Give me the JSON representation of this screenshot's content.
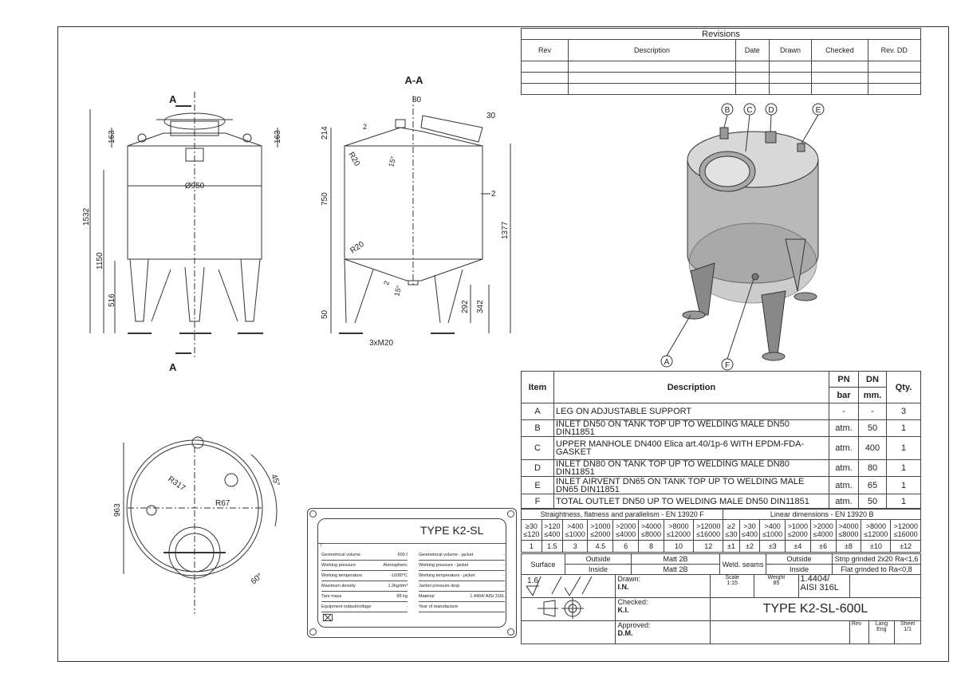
{
  "revisions": {
    "title": "Revisions",
    "columns": [
      "Rev",
      "Description",
      "Date",
      "Drawn",
      "Checked",
      "Rev. DD"
    ],
    "rows": [
      [
        "",
        "",
        "",
        "",
        "",
        ""
      ],
      [
        "",
        "",
        "",
        "",
        "",
        ""
      ],
      [
        "",
        "",
        "",
        "",
        "",
        ""
      ]
    ]
  },
  "views": {
    "front": {
      "section_mark_top": "A",
      "section_mark_bottom": "A",
      "dims": {
        "overall_height": "1532",
        "body_height": "1150",
        "leg_height": "516",
        "top_left": "163",
        "top_right": "163",
        "diameter": "Ø950"
      }
    },
    "section": {
      "title": "A-A",
      "dims": {
        "nozzle": "80",
        "manhole": "30",
        "top": "214",
        "thk_top": "2",
        "r_top": "R20",
        "angle_top": "15°",
        "body": "750",
        "wall": "2",
        "r_bottom": "R20",
        "thk_bottom": "2",
        "angle_bottom": "15°",
        "total": "1377",
        "outlet": "292",
        "outlet2": "342",
        "foot": "50",
        "thread": "3xM20"
      }
    },
    "top": {
      "dims": {
        "diameter": "963",
        "r1": "R317",
        "r2": "R67",
        "angle1": "45°",
        "angle2": "60°"
      }
    },
    "iso": {
      "callouts": [
        "A",
        "B",
        "C",
        "D",
        "E",
        "F"
      ]
    }
  },
  "parts": {
    "headers": {
      "item": "Item",
      "description": "Description",
      "pn": "PN",
      "dn": "DN",
      "qty": "Qty.",
      "pn_unit": "bar",
      "dn_unit": "mm."
    },
    "rows": [
      {
        "item": "A",
        "description": "LEG ON ADJUSTABLE SUPPORT",
        "pn": "-",
        "dn": "-",
        "qty": "3"
      },
      {
        "item": "B",
        "description": "INLET DN50 ON TANK TOP UP TO WELDING MALE DN50 DIN11851",
        "pn": "atm.",
        "dn": "50",
        "qty": "1"
      },
      {
        "item": "C",
        "description": "UPPER MANHOLE DN400 Elica art.40/1p-6 WITH EPDM-FDA-GASKET",
        "pn": "atm.",
        "dn": "400",
        "qty": "1"
      },
      {
        "item": "D",
        "description": "INLET DN80 ON TANK TOP UP TO WELDING MALE DN80 DIN11851",
        "pn": "atm.",
        "dn": "80",
        "qty": "1"
      },
      {
        "item": "E",
        "description": "INLET AIRVENT DN65 ON TANK TOP UP TO WELDING MALE DN65 DIN11851",
        "pn": "atm.",
        "dn": "65",
        "qty": "1"
      },
      {
        "item": "F",
        "description": "TOTAL OUTLET DN50 UP TO WELDING MALE DN50 DIN11851",
        "pn": "atm.",
        "dn": "50",
        "qty": "1"
      }
    ]
  },
  "tolerances": {
    "straightness_title": "Straightness, flatness and parallelism - EN 13920 F",
    "linear_title": "Linear dimensions - EN 13920 B",
    "straightness_ranges": [
      [
        "≥30",
        "≤120"
      ],
      [
        ">120",
        "≤400"
      ],
      [
        ">400",
        "≤1000"
      ],
      [
        ">1000",
        "≤2000"
      ],
      [
        ">2000",
        "≤4000"
      ],
      [
        ">4000",
        "≤8000"
      ],
      [
        ">8000",
        "≤12000"
      ],
      [
        ">12000",
        "≤16000"
      ]
    ],
    "straightness_values": [
      "1",
      "1.5",
      "3",
      "4.5",
      "6",
      "8",
      "10",
      "12"
    ],
    "linear_ranges": [
      [
        "≥2",
        "≤30"
      ],
      [
        ">30",
        "≤400"
      ],
      [
        ">400",
        "≤1000"
      ],
      [
        ">1000",
        "≤2000"
      ],
      [
        ">2000",
        "≤4000"
      ],
      [
        ">4000",
        "≤8000"
      ],
      [
        ">8000",
        "≤12000"
      ],
      [
        ">12000",
        "≤16000"
      ]
    ],
    "linear_values": [
      "±1",
      "±2",
      "±3",
      "±4",
      "±6",
      "±8",
      "±10",
      "±12"
    ]
  },
  "surface": {
    "label": "Surface",
    "outside": "Outside",
    "inside": "Inside",
    "outside_value": "Matt 2B",
    "inside_value": "Matt 2B",
    "weld_label": "Weld. seams",
    "weld_outside": "Outside",
    "weld_inside": "Inside",
    "weld_outside_value": "Strip grinded 2x20 Ra<1,6",
    "weld_inside_value": "Flat grinded to Ra<0,8"
  },
  "title_block": {
    "roughness": "1.6",
    "drawn_label": "Drawn:",
    "drawn": "I.N.",
    "checked_label": "Checked:",
    "checked": "K.I.",
    "approved_label": "Approved:",
    "approved": "D.M.",
    "scale_label": "Scale",
    "scale": "1:15",
    "weight_label": "Weight",
    "weight": "85",
    "material": "1.4404/ AISI 316L",
    "title": "TYPE K2-SL-600L",
    "rev_label": "Rev",
    "lang_label": "Lang",
    "lang": "Eng",
    "sheet_label": "Sheet",
    "sheet": "1/1"
  },
  "nameplate": {
    "title": "TYPE K2-SL",
    "serial": "!",
    "left": [
      {
        "label": "Geometrical volume",
        "value": "600 ℓ"
      },
      {
        "label": "Working pressure",
        "value": "Atmospheric"
      },
      {
        "label": "Working temperature",
        "value": "-10/80°C"
      },
      {
        "label": "Maximum density",
        "value": "1.2kg/dm³"
      },
      {
        "label": "Tare mass",
        "value": "85  kg"
      },
      {
        "label": "Equipment output/voltage",
        "value": "-"
      }
    ],
    "right": [
      {
        "label": "Geometrical volume - jacket",
        "value": "-"
      },
      {
        "label": "Working pressure - jacket",
        "value": "-"
      },
      {
        "label": "Working temperature - jacket",
        "value": "-"
      },
      {
        "label": "Jacket pressure drop",
        "value": "-"
      },
      {
        "label": "Material",
        "value": "1.4404/ AISI 316L"
      },
      {
        "label": "Year of manufacture",
        "value": ""
      }
    ]
  }
}
